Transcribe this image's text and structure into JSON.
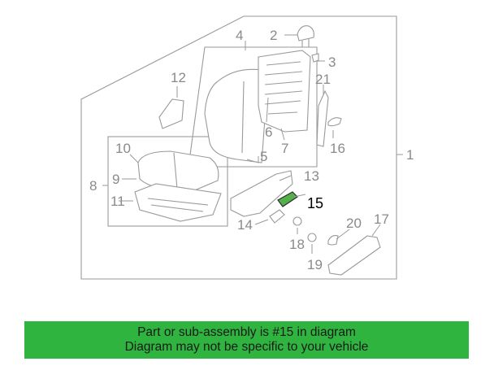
{
  "diagram": {
    "highlight_color": "#55b04a",
    "banner_color": "#2fb43f",
    "callouts": {
      "c1": "1",
      "c2": "2",
      "c3": "3",
      "c4": "4",
      "c5": "5",
      "c6": "6",
      "c7": "7",
      "c8": "8",
      "c9": "9",
      "c10": "10",
      "c11": "11",
      "c12": "12",
      "c13": "13",
      "c14": "14",
      "c15": "15",
      "c16": "16",
      "c17": "17",
      "c18": "18",
      "c19": "19",
      "c20": "20",
      "c21": "21"
    }
  },
  "banner": {
    "line1": "Part or sub-assembly is #15 in diagram",
    "line2": "Diagram may not be specific to your vehicle"
  }
}
